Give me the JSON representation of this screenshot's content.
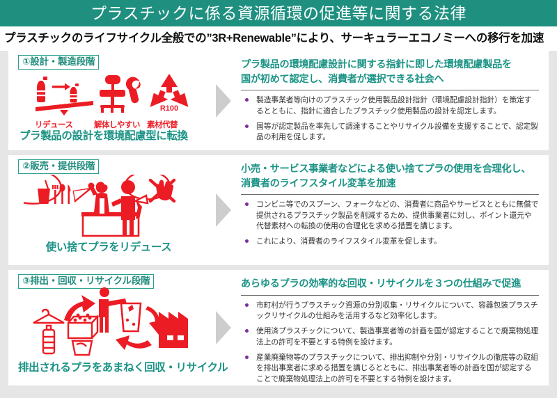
{
  "header": {
    "title": "プラスチックに係る資源循環の促進等に関する法律",
    "subtitle": "プラスチックのライフサイクル全般での”3R+Renewable”により、サーキュラーエコノミーへの移行を加速",
    "bar_color": "#1f9080"
  },
  "colors": {
    "teal": "#1b9385",
    "red": "#ec1c24",
    "bullet_purple": "#7a2f9e",
    "arrow_gray": "#cdcdcd",
    "page_bg": "#e6e6e6"
  },
  "sections": [
    {
      "badge": "①設計・製造段階",
      "caption": "プラ製品の設計を環境配慮型に転換",
      "icons": [
        {
          "name": "seesaw-bottles-icon",
          "label": "リデュース"
        },
        {
          "name": "chair-wrench-icon",
          "label": "解体しやすい"
        },
        {
          "name": "recycle-r100-icon",
          "label": "素材代替",
          "badge_text": "R100"
        }
      ],
      "headline_line1": "プラ製品の環境配慮設計に関する指針に即した環境配慮製品を",
      "headline_line2": "国が初めて認定し、消費者が選択できる社会へ",
      "bullets": [
        "製造事業者等向けのプラスチック使用製品設計指針（環境配慮設計指針）を策定するとともに、指針に適合したプラスチック使用製品の設計を認定します。",
        "国等が認定製品を率先して調達することやリサイクル設備を支援することで、認定製品の利用を促します。"
      ]
    },
    {
      "badge": "②販売・提供段階",
      "caption": "使い捨てプラをリデュース",
      "icons": [
        {
          "name": "cup-cutlery-speech-bubble-icon",
          "label": ""
        },
        {
          "name": "shop-staff-customer-icon",
          "label": ""
        },
        {
          "name": "refuse-hand-x-bubble-icon",
          "label": ""
        }
      ],
      "headline_line1": "小売・サービス事業者などによる使い捨てプラの使用を合理化し、",
      "headline_line2": "消費者のライフスタイル変革を加速",
      "bullets": [
        "コンビニ等でのスプーン、フォークなどの、消費者に商品やサービスとともに無償で提供されるプラスチック製品を削減するため、提供事業者に対し、ポイント還元や代替素材への転換の使用の合理化を求める措置を講じます。",
        "これにより、消費者のライフスタイル変革を促します。"
      ]
    },
    {
      "badge": "③排出・回収・リサイクル段階",
      "caption": "排出されるプラをあまねく回収・リサイクル",
      "icons": [
        {
          "name": "recycle-loop-arrows-icon",
          "label": ""
        },
        {
          "name": "person-trash-bin-icon",
          "label": ""
        },
        {
          "name": "factory-icon",
          "label": ""
        },
        {
          "name": "hanger-bottle-bucket-crate-icon",
          "label": ""
        }
      ],
      "headline_line1": "あらゆるプラの効率的な回収・リサイクルを３つの仕組みで促進",
      "headline_line2": "",
      "bullets": [
        "市町村が行うプラスチック資源の分別収集・リサイクルについて、容器包装プラスチックリサイクルの仕組みを活用するなど効率化します。",
        "使用済プラスチックについて、製造事業者等の計画を国が認定することで廃棄物処理法上の許可を不要とする特例を設けます。",
        "産業廃棄物等のプラスチックについて、排出抑制や分別・リサイクルの徹底等の取組を排出事業者に求める措置を講じるとともに、排出事業者等の計画を国が認定することで廃棄物処理法上の許可を不要とする特例を設けます。"
      ]
    }
  ]
}
